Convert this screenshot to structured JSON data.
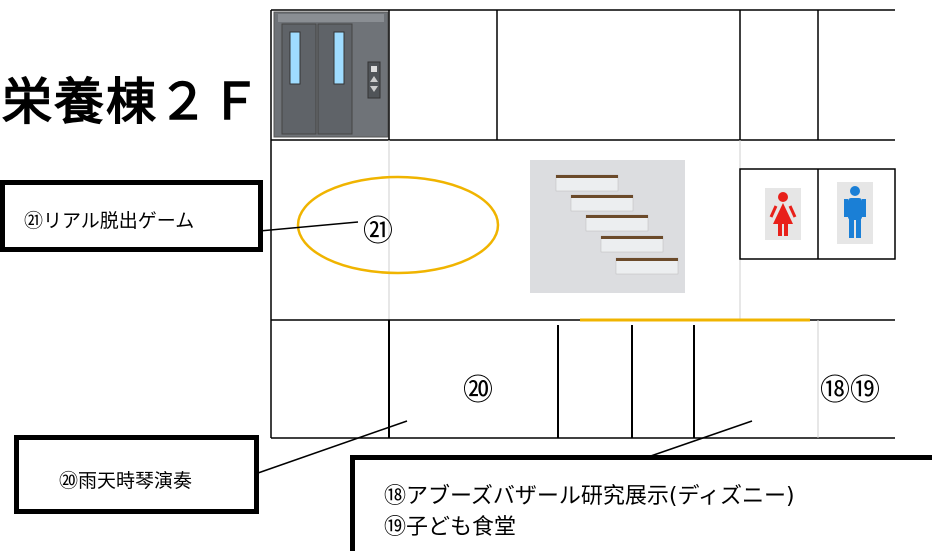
{
  "floor": {
    "title": "栄養棟２Ｆ"
  },
  "markers": {
    "m21": "㉑",
    "m20": "⑳",
    "m18_19": "⑱⑲"
  },
  "callouts": {
    "c21": "㉑リアル脱出ゲーム",
    "c20": "⑳雨天時琴演奏",
    "c18": "⑱アブーズバザール研究展示(ディズニー)",
    "c19": "⑲子ども食堂"
  },
  "icons": {
    "elevator": "elevator-icon",
    "stairs": "stairs-icon",
    "female": "female-restroom-icon",
    "male": "male-restroom-icon"
  },
  "colors": {
    "ellipse": "#f0b400",
    "female": "#e8201a",
    "male": "#1a7fd6",
    "stairs_bg": "#dcdde0",
    "elevator": "#6f7378"
  }
}
